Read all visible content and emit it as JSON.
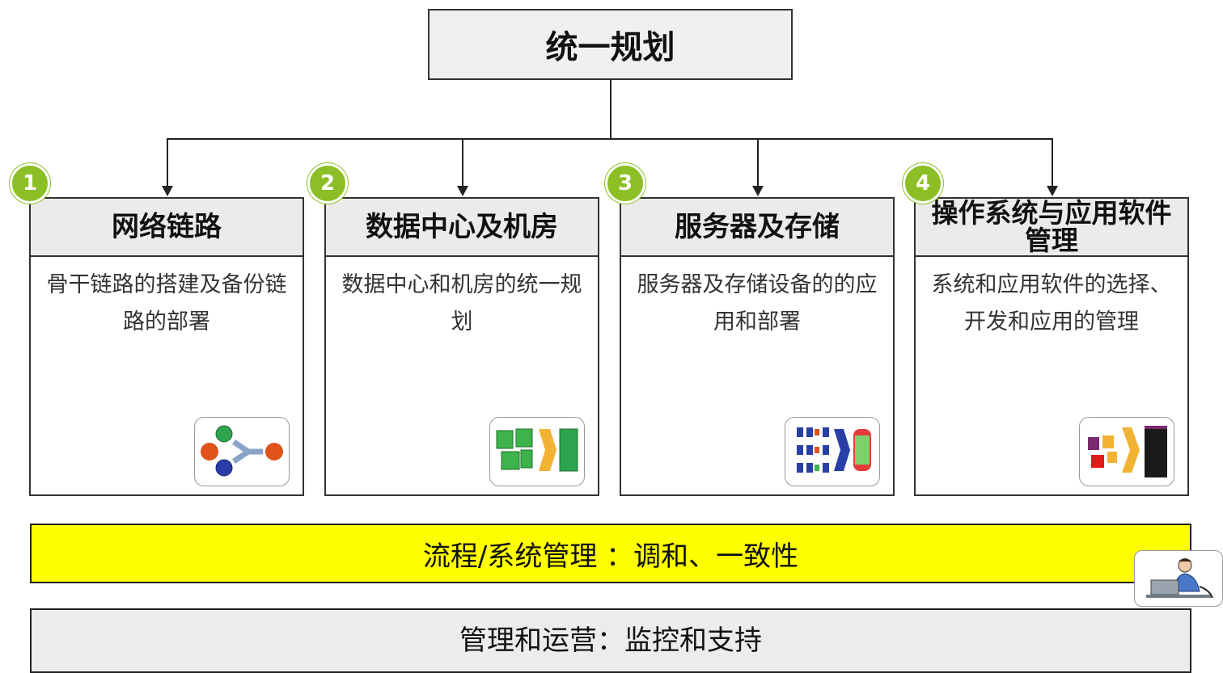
{
  "top": {
    "title": "统一规划"
  },
  "cards": [
    {
      "number": "1",
      "title": "网络链路",
      "desc": "骨干链路的搭建及备份链路的部署",
      "icon": "network-nodes-icon"
    },
    {
      "number": "2",
      "title": "数据中心及机房",
      "desc": "数据中心和机房的统一规划",
      "icon": "datacenter-blocks-icon"
    },
    {
      "number": "3",
      "title": "服务器及存储",
      "desc": "服务器及存储设备的的应用和部署",
      "icon": "server-storage-icon"
    },
    {
      "number": "4",
      "title": "操作系统与应用软件管理",
      "desc": "系统和应用软件的选择、开发和应用的管理",
      "icon": "software-blocks-icon"
    }
  ],
  "process_bar": {
    "label": "流程/系统管理 ：调和、一致性"
  },
  "ops_bar": {
    "label": "管理和运营：监控和支持"
  },
  "colors": {
    "badge": "#8bbf25",
    "process_bar": "#ffff00",
    "header": "#ebebeb"
  },
  "icons": {
    "person": "person-at-laptop-icon"
  }
}
